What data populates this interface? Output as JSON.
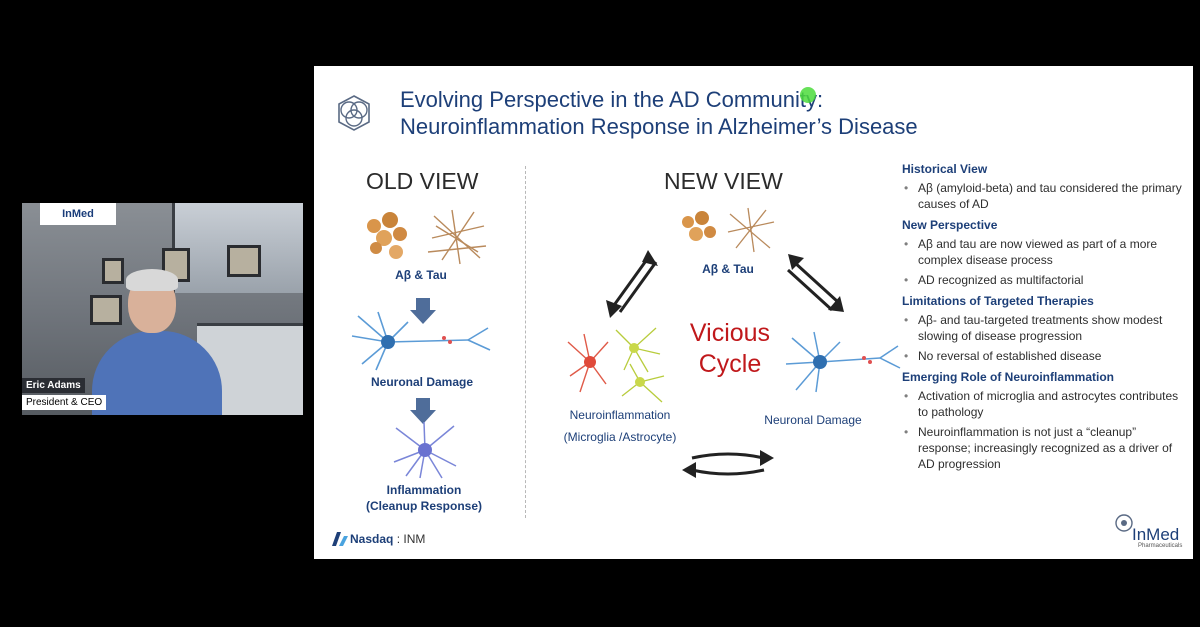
{
  "speaker": {
    "name": "Eric Adams",
    "title": "President & CEO",
    "logo_text": "InMed"
  },
  "slide": {
    "title_line1": "Evolving Perspective in the AD Community:",
    "title_line2": "Neuroinflammation Response in Alzheimer’s Disease",
    "old_view": {
      "heading": "OLD VIEW",
      "step1": "Aβ & Tau",
      "step2": "Neuronal Damage",
      "step3_line1": "Inflammation",
      "step3_line2": "(Cleanup Response)"
    },
    "new_view": {
      "heading": "NEW VIEW",
      "top": "Aβ & Tau",
      "center_line1": "Vicious",
      "center_line2": "Cycle",
      "left_line1": "Neuroinflammation",
      "left_line2": "(Microglia /Astrocyte)",
      "right": "Neuronal Damage"
    },
    "panel": {
      "historical_heading": "Historical View",
      "historical_b1": "Aβ (amyloid-beta) and tau considered the primary causes of AD",
      "new_heading": "New Perspective",
      "new_b1": "Aβ and tau are now viewed as part of a more complex disease process",
      "new_b2": "AD recognized as multifactorial",
      "limits_heading": "Limitations of Targeted Therapies",
      "limits_b1": "Aβ- and tau-targeted treatments show modest slowing of disease progression",
      "limits_b2": "No reversal of established disease",
      "emerging_heading": "Emerging Role of Neuroinflammation",
      "emerging_b1": "Activation of microglia and astrocytes contributes to pathology",
      "emerging_b2": "Neuroinflammation is not just a “cleanup” response; increasingly recognized as a driver of AD progression"
    },
    "footer": {
      "exchange": "Nasdaq",
      "ticker": ": INM",
      "corner_logo": "InMed",
      "corner_logo_sub": "Pharmaceuticals"
    }
  },
  "colors": {
    "title_blue": "#1d3f78",
    "vicious_red": "#c0181b",
    "plaque_orange": "#d9954a",
    "neuron_blue": "#4a86c8",
    "microglia_red": "#e04a3a"
  }
}
